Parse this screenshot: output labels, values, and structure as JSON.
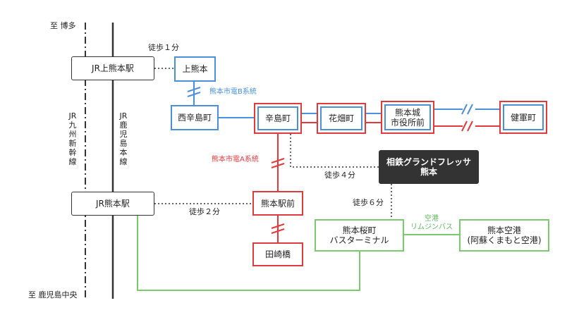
{
  "directions": {
    "north": "至 博多",
    "south": "至 鹿児島中央"
  },
  "lines": {
    "shinkansen": "JR九州新幹線",
    "kagoshima": "JR鹿児島本線",
    "tram_b": "熊本市電B系統",
    "tram_a": "熊本市電A系統",
    "airport_bus": "空港\nリムジンバス"
  },
  "stations": {
    "jr_kamikumamoto": "JR上熊本駅",
    "kamikumamoto": "上熊本",
    "nishikarashimacho": "西辛島町",
    "karashimacho": "辛島町",
    "hanabatacho": "花畑町",
    "shiyakushomae": "熊本城\n市役所前",
    "kengunmachi": "健軍町",
    "jr_kumamoto": "JR熊本駅",
    "kumamotoekimae": "熊本駅前",
    "tasakibashi": "田崎橋",
    "sakuramachi": "熊本桜町\nバスターミナル",
    "airport": "熊本空港\n(阿蘇くまもと空港)",
    "hotel": "相鉄グランドフレッサ\n熊本"
  },
  "walks": {
    "kamikumamoto": "徒歩１分",
    "kumamoto": "徒歩２分",
    "hotel_karashima": "徒歩４分",
    "hotel_sakura": "徒歩６分"
  },
  "colors": {
    "jr_line": "#333333",
    "tram_a": "#e0393e",
    "tram_b": "#4a8fd8",
    "bus": "#7bc96f",
    "hotel": "#333333"
  }
}
